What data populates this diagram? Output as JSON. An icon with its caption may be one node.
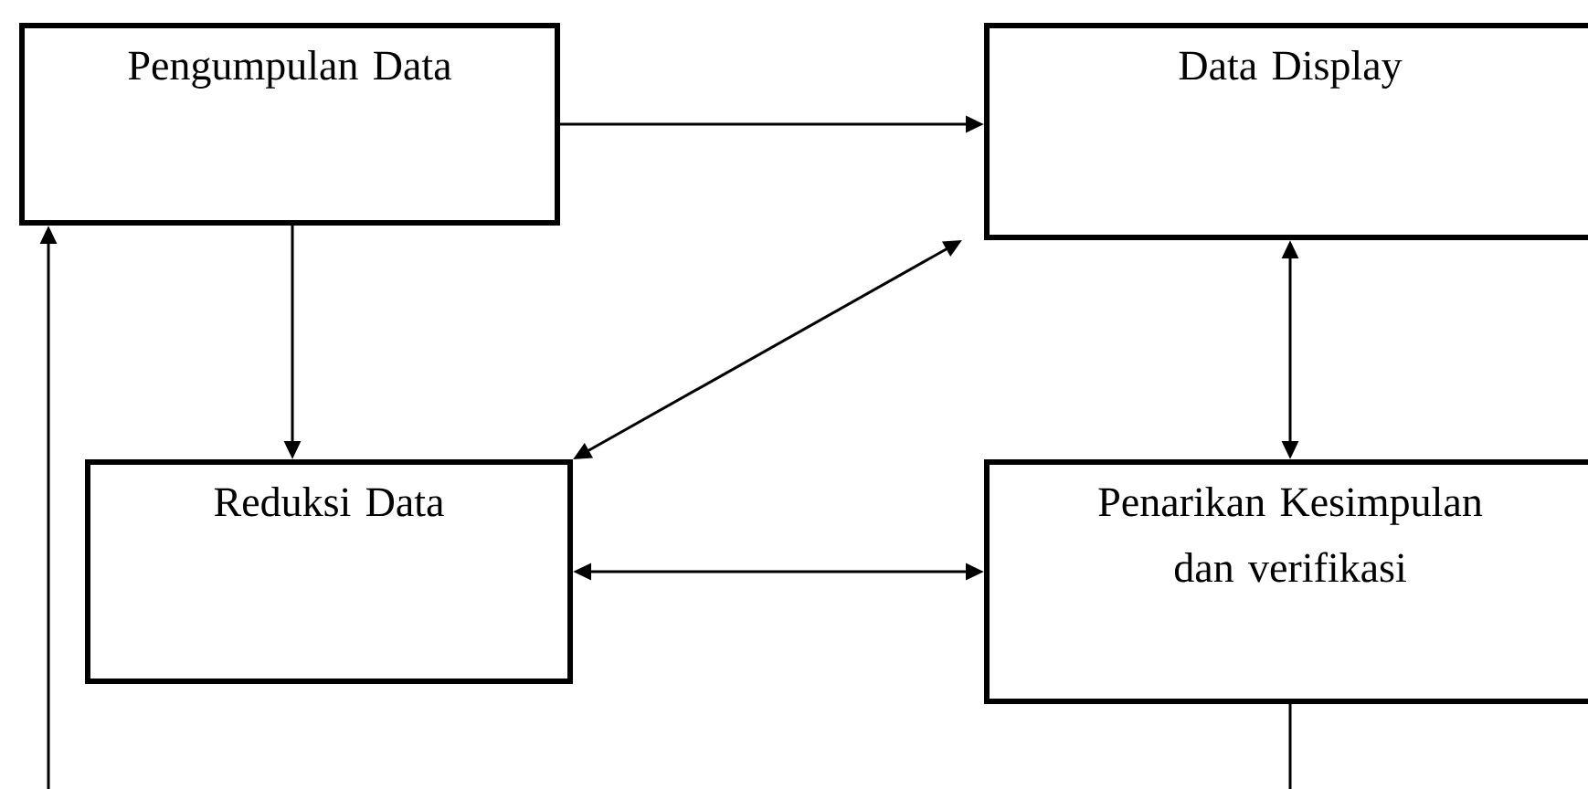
{
  "diagram": {
    "nodes": [
      {
        "text": [
          "Pengumpulan Data"
        ]
      },
      {
        "text": [
          "Data Display"
        ]
      },
      {
        "text": [
          "Reduksi Data"
        ]
      },
      {
        "text": [
          "Penarikan Kesimpulan dan verifikasi"
        ]
      }
    ],
    "edges": [
      {
        "from": 0,
        "to": 1,
        "arrow": "to"
      },
      {
        "from": 0,
        "to": 2,
        "arrow": "to"
      },
      {
        "from": 2,
        "to": 1,
        "arrow": "both"
      },
      {
        "from": 1,
        "to": 3,
        "arrow": "both"
      },
      {
        "from": 2,
        "to": 3,
        "arrow": "both"
      },
      {
        "from": 3,
        "to": 0,
        "arrow": "to"
      }
    ]
  }
}
